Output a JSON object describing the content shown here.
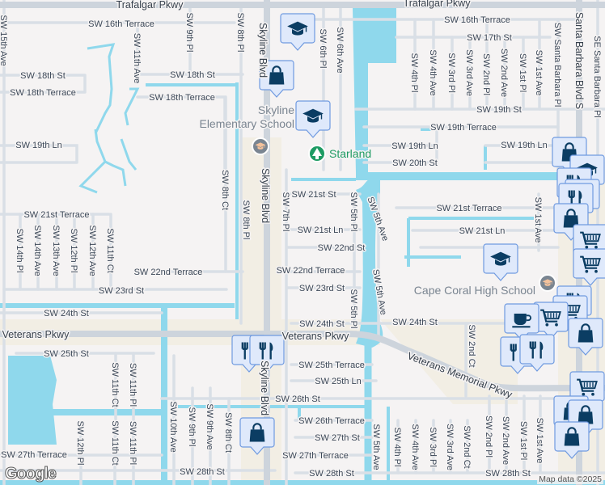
{
  "map": {
    "streets": {
      "trafalgar": "Trafalgar Pkwy",
      "sw16ter": "SW 16th Terrace",
      "sw17st": "SW 17th St",
      "sw18st": "SW 18th St",
      "sw18ter": "SW 18th Terrace",
      "sw19st": "SW 19th St",
      "sw19ter": "SW 19th Terrace",
      "sw19ln": "SW 19th Ln",
      "sw20st": "SW 20th St",
      "sw21st": "SW 21st St",
      "sw21ter": "SW 21st Terrace",
      "sw21ln": "SW 21st Ln",
      "sw22st": "SW 22nd St",
      "sw22ter": "SW 22nd Terrace",
      "sw23st": "SW 23rd St",
      "sw24st": "SW 24th St",
      "veterans": "Veterans Pkwy",
      "veterans_mem": "Veterans Memorial Pkwy",
      "sw25st": "SW 25th St",
      "sw25ter": "SW 25th Terrace",
      "sw25ln": "SW 25th Ln",
      "sw26st": "SW 26th St",
      "sw26ter": "SW 26th Terrace",
      "sw27st": "SW 27th St",
      "sw27ter": "SW 27th Terrace",
      "sw28st": "SW 28th St",
      "skyline": "Skyline Blvd",
      "santa_barbara": "Santa Barbara Blvd S",
      "se_santa_barbara_pl": "SE Santa Barbara Pl",
      "sw_santa_barbara_pl": "SW Santa Barbara Pl",
      "sw15ave": "SW 15th Ave",
      "sw14pl": "SW 14th Pl",
      "sw14ave": "SW 14th Ave",
      "sw13ave": "SW 13th Ave",
      "sw12pl": "SW 12th Pl",
      "sw12ave": "SW 12th Ave",
      "sw11ct": "SW 11th Ct",
      "sw11pl": "SW 11th Pl",
      "sw11ave": "SW 11th Ave",
      "sw10ave": "SW 10th Ave",
      "sw9pl": "SW 9th Pl",
      "sw9ave": "SW 9th Ave",
      "sw8ct": "SW 8th Ct",
      "sw8pl": "SW 8th Pl",
      "sw7pl": "SW 7th Pl",
      "sw6pl": "SW 6th Pl",
      "sw6ave": "SW 6th Ave",
      "sw5pl": "SW 5th Pl",
      "sw5ave": "SW 5th Ave",
      "sw4pl": "SW 4th Pl",
      "sw4ave": "SW 4th Ave",
      "sw3pl": "SW 3rd Pl",
      "sw3ave": "SW 3rd Ave",
      "sw2ct": "SW 2nd Ct",
      "sw2pl": "SW 2nd Pl",
      "sw2ave": "SW 2nd Ave",
      "sw1pl": "SW 1st Pl",
      "sw1ave": "SW 1st Ave"
    },
    "pois": {
      "skyline_school_1": "Skyline",
      "skyline_school_2": "Elementary School",
      "starland": "Starland",
      "cape_coral_hs": "Cape Coral High School"
    },
    "markers": [
      {
        "type": "school"
      },
      {
        "type": "shopping"
      },
      {
        "type": "school"
      },
      {
        "type": "shopping"
      },
      {
        "type": "school"
      },
      {
        "type": "restaurant"
      },
      {
        "type": "shopping"
      },
      {
        "type": "restaurant"
      },
      {
        "type": "shopping"
      },
      {
        "type": "cart"
      },
      {
        "type": "cart"
      },
      {
        "type": "school"
      },
      {
        "type": "restaurant"
      },
      {
        "type": "cart"
      },
      {
        "type": "cart"
      },
      {
        "type": "coffee"
      },
      {
        "type": "shopping"
      },
      {
        "type": "restaurant"
      },
      {
        "type": "restaurant"
      },
      {
        "type": "restaurant"
      },
      {
        "type": "restaurant"
      },
      {
        "type": "shopping"
      },
      {
        "type": "cart"
      },
      {
        "type": "shopping"
      },
      {
        "type": "shopping"
      },
      {
        "type": "shopping"
      }
    ],
    "colors": {
      "water": "#8fd8ec",
      "marker_fill": "#dfe9fb",
      "marker_border": "#6f9ae0",
      "icon": "#0b3d63",
      "park": "#1e9b63"
    },
    "attribution": "Map data ©2025",
    "logo": "Google"
  }
}
